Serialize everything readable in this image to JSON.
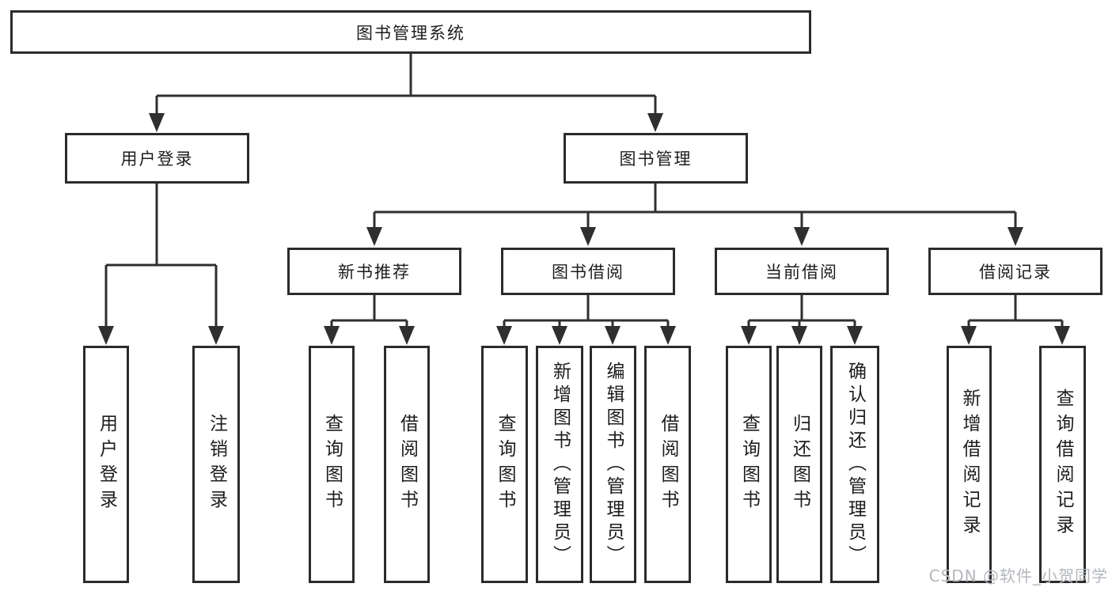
{
  "diagram": {
    "root": {
      "label": "图书管理系统"
    },
    "level2": [
      {
        "label": "用户登录"
      },
      {
        "label": "图书管理"
      }
    ],
    "level3": [
      {
        "label": "新书推荐"
      },
      {
        "label": "图书借阅"
      },
      {
        "label": "当前借阅"
      },
      {
        "label": "借阅记录"
      }
    ],
    "leaves": {
      "user_login": [
        "用户登录",
        "注销登录"
      ],
      "new_book": [
        "查询图书",
        "借阅图书"
      ],
      "book_borrow": [
        "查询图书",
        "新增图书（管理员）",
        "编辑图书（管理员）",
        "借阅图书"
      ],
      "current_borrow": [
        "查询图书",
        "归还图书",
        "确认归还（管理员）"
      ],
      "borrow_record": [
        "新增借阅记录",
        "查询借阅记录"
      ]
    }
  },
  "watermark": {
    "text": "CSDN @软件_小贺同学"
  },
  "colors": {
    "line": "#2f2f2f",
    "border": "#2b2b2b",
    "text": "#1d1d1d",
    "watermark": "#b3b7bc",
    "background": "#ffffff"
  }
}
